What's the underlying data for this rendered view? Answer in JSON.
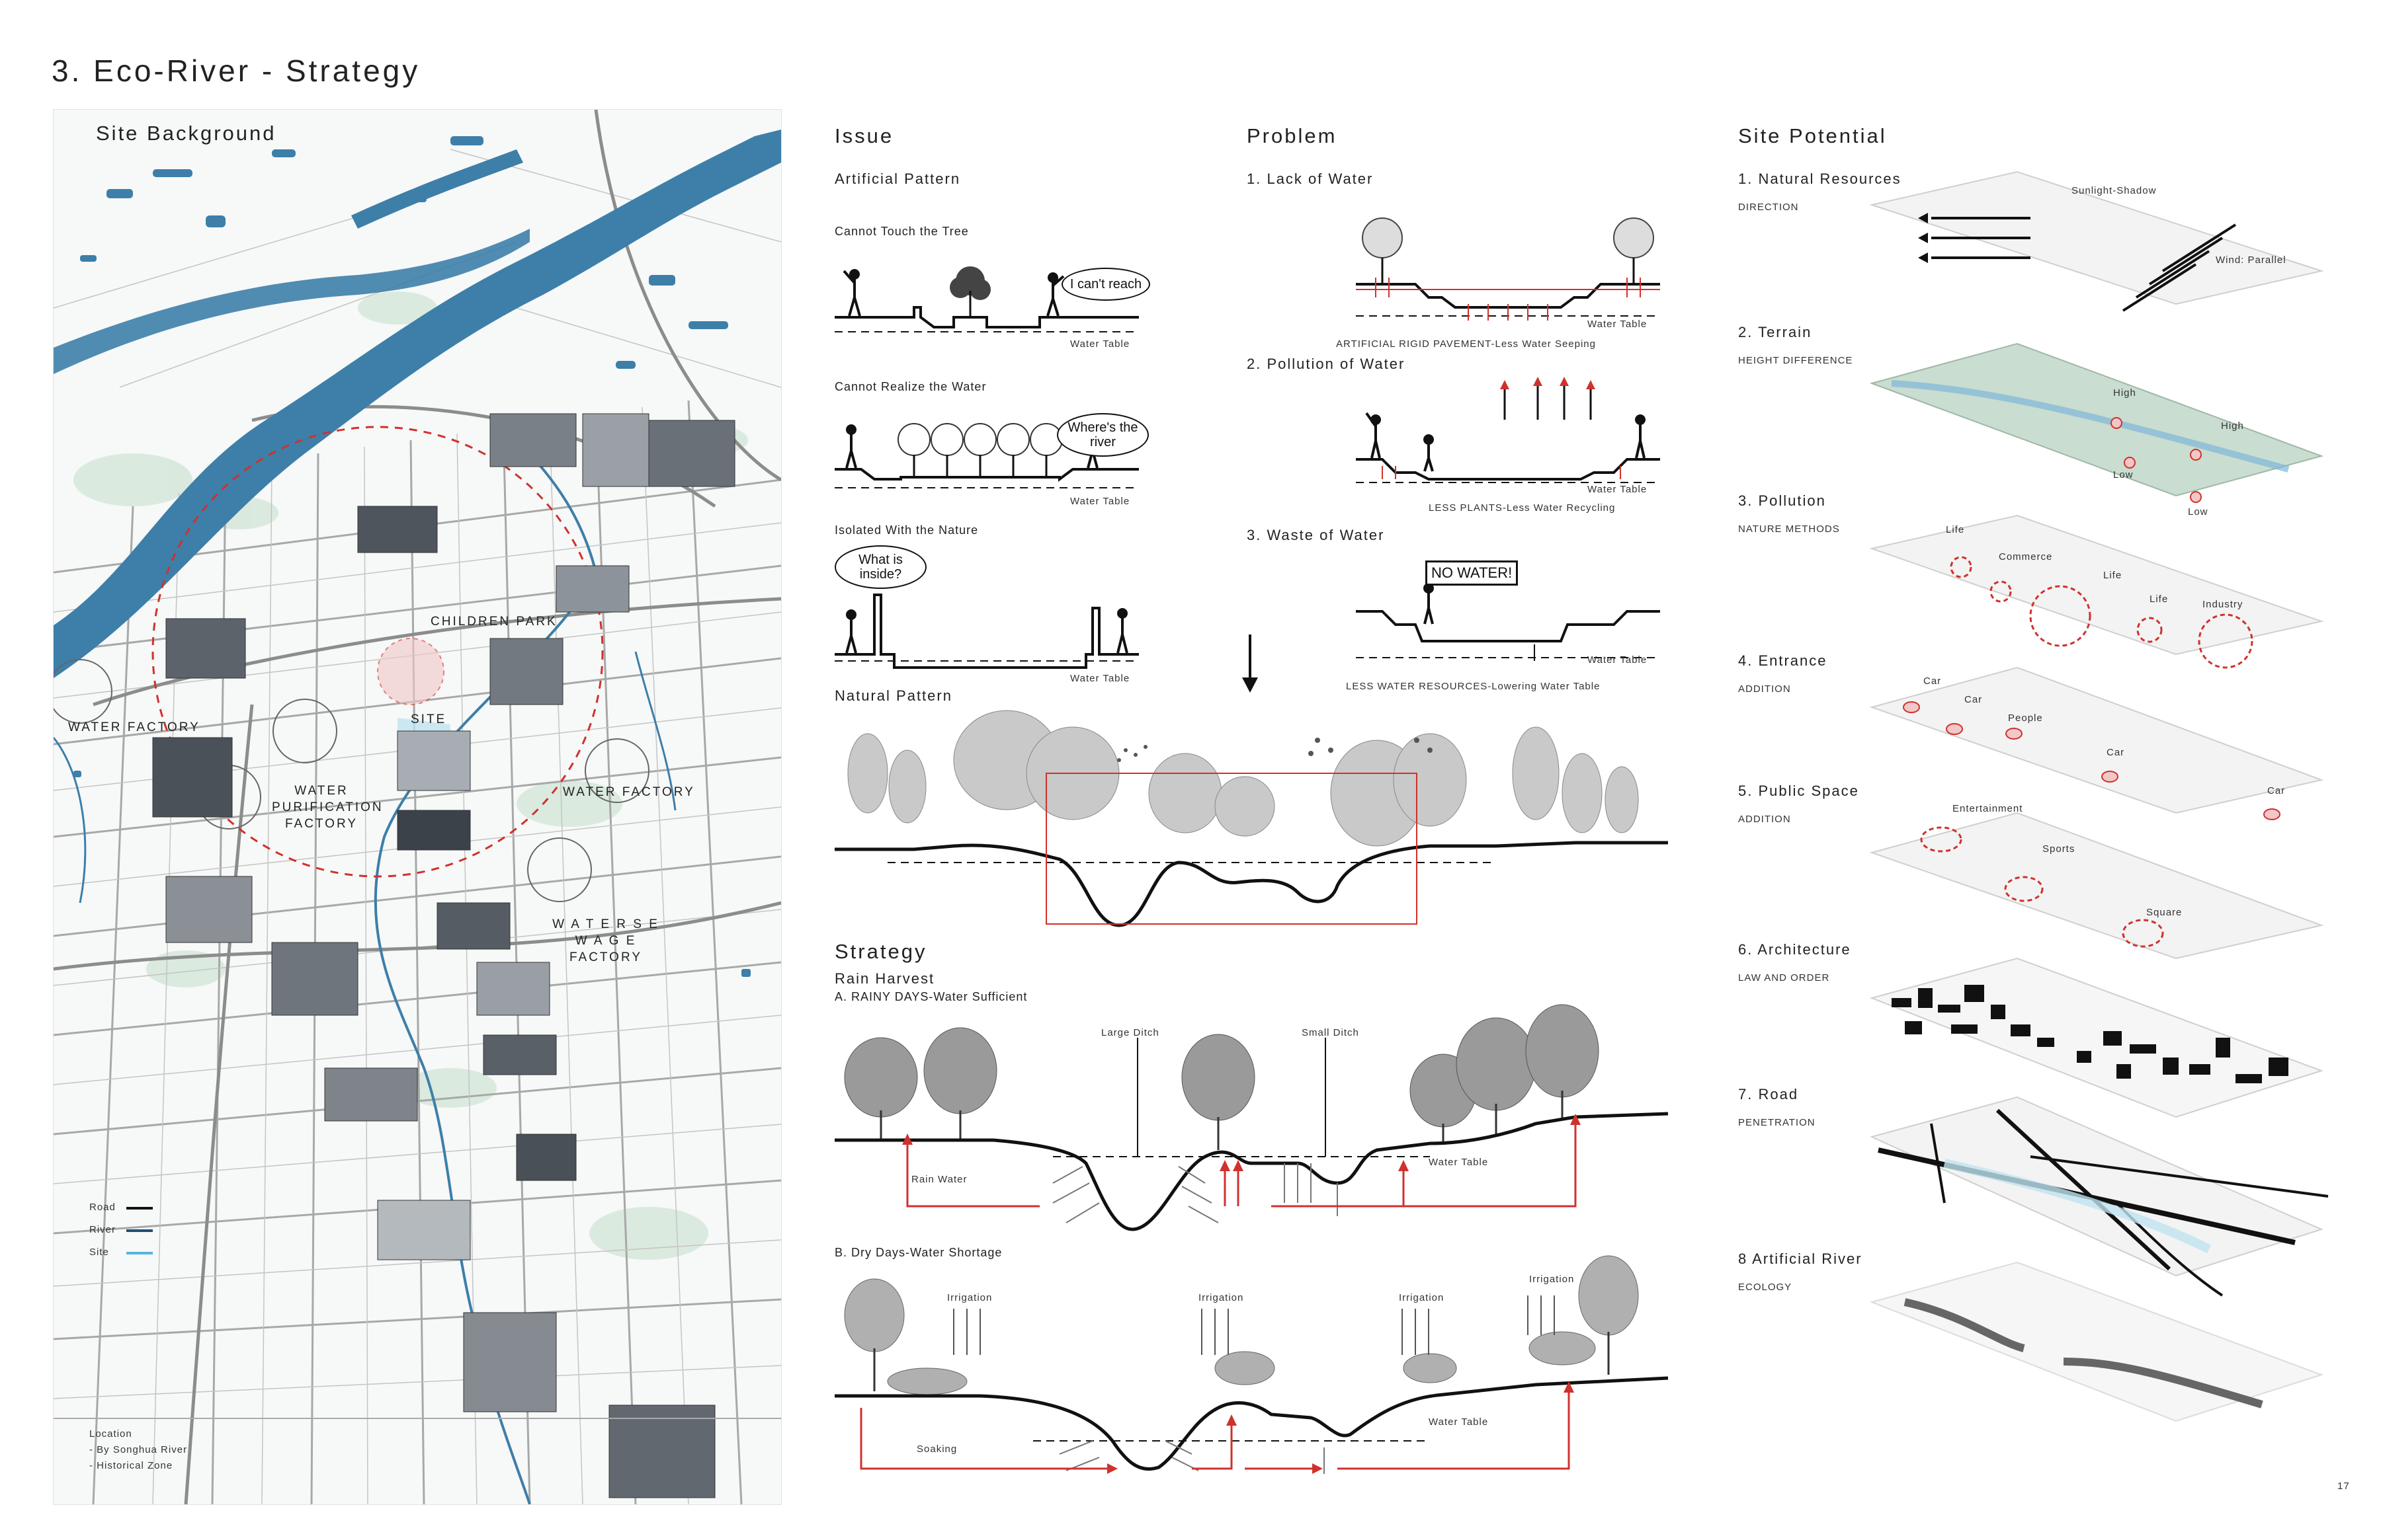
{
  "page": {
    "title": "3. Eco-River - Strategy",
    "page_number": "17"
  },
  "colors": {
    "river": "#3d7fa8",
    "accent_red": "#d0312d",
    "road": "#999999",
    "greenery": "#cfe3d4"
  },
  "site_background": {
    "heading": "Site Background",
    "labels": {
      "children_park": "CHILDREN PARK",
      "site": "SITE",
      "water_factory_left": "WATER FACTORY",
      "water_factory_right": "WATER FACTORY",
      "water_purification": "WATER PURIFICATION FACTORY",
      "water_sewage": "W A T E R S E W A G E FACTORY"
    },
    "legend": {
      "road": "Road",
      "river": "River",
      "site": "Site"
    },
    "location": {
      "title": "Location",
      "line1": "- By Songhua River",
      "line2": "- Historical Zone"
    }
  },
  "issue": {
    "heading": "Issue",
    "artificial_pattern": "Artificial Pattern",
    "case1": {
      "title": "Cannot Touch the Tree",
      "bubble": "I can't reach",
      "water_table": "Water Table"
    },
    "case2": {
      "title": "Cannot Realize the Water",
      "bubble": "Where's the river",
      "water_table": "Water Table"
    },
    "case3": {
      "title": "Isolated With the Nature",
      "bubble": "What is inside?",
      "water_table": "Water Table"
    },
    "natural_pattern": "Natural Pattern"
  },
  "problem": {
    "heading": "Problem",
    "p1": {
      "title": "1. Lack of Water",
      "water_table": "Water Table",
      "caption": "ARTIFICIAL RIGID PAVEMENT-Less Water Seeping"
    },
    "p2": {
      "title": "2. Pollution of Water",
      "water_table": "Water Table",
      "caption": "LESS PLANTS-Less Water Recycling"
    },
    "p3": {
      "title": "3. Waste of Water",
      "sign": "NO WATER!",
      "water_table": "Water Table",
      "caption": "LESS WATER RESOURCES-Lowering Water Table"
    }
  },
  "strategy": {
    "heading": "Strategy",
    "subheading": "Rain Harvest",
    "rainy": {
      "title": "A. RAINY DAYS-Water Sufficient",
      "large_ditch": "Large Ditch",
      "small_ditch": "Small Ditch",
      "rain_water": "Rain Water",
      "water_table": "Water Table"
    },
    "dry": {
      "title": "B. Dry Days-Water Shortage",
      "irrigation": [
        "Irrigation",
        "Irrigation",
        "Irrigation",
        "Irrigation"
      ],
      "soaking": "Soaking",
      "water_table": "Water Table"
    }
  },
  "site_potential": {
    "heading": "Site Potential",
    "items": [
      {
        "title": "1. Natural Resources",
        "sub": "DIRECTION",
        "labels": [
          "Sunlight-Shadow",
          "Wind: Parallel"
        ]
      },
      {
        "title": "2. Terrain",
        "sub": "HEIGHT DIFFERENCE",
        "labels": [
          "High",
          "High",
          "Low",
          "Low"
        ]
      },
      {
        "title": "3. Pollution",
        "sub": "NATURE METHODS",
        "labels": [
          "Life",
          "Commerce",
          "Life",
          "Life",
          "Industry"
        ]
      },
      {
        "title": "4. Entrance",
        "sub": "ADDITION",
        "labels": [
          "Car",
          "Car",
          "People",
          "Car",
          "Car"
        ]
      },
      {
        "title": "5. Public Space",
        "sub": "ADDITION",
        "labels": [
          "Entertainment",
          "Sports",
          "Square"
        ]
      },
      {
        "title": "6. Architecture",
        "sub": "LAW AND ORDER",
        "labels": []
      },
      {
        "title": "7. Road",
        "sub": "PENETRATION",
        "labels": []
      },
      {
        "title": "8 Artificial River",
        "sub": "ECOLOGY",
        "labels": []
      }
    ]
  }
}
